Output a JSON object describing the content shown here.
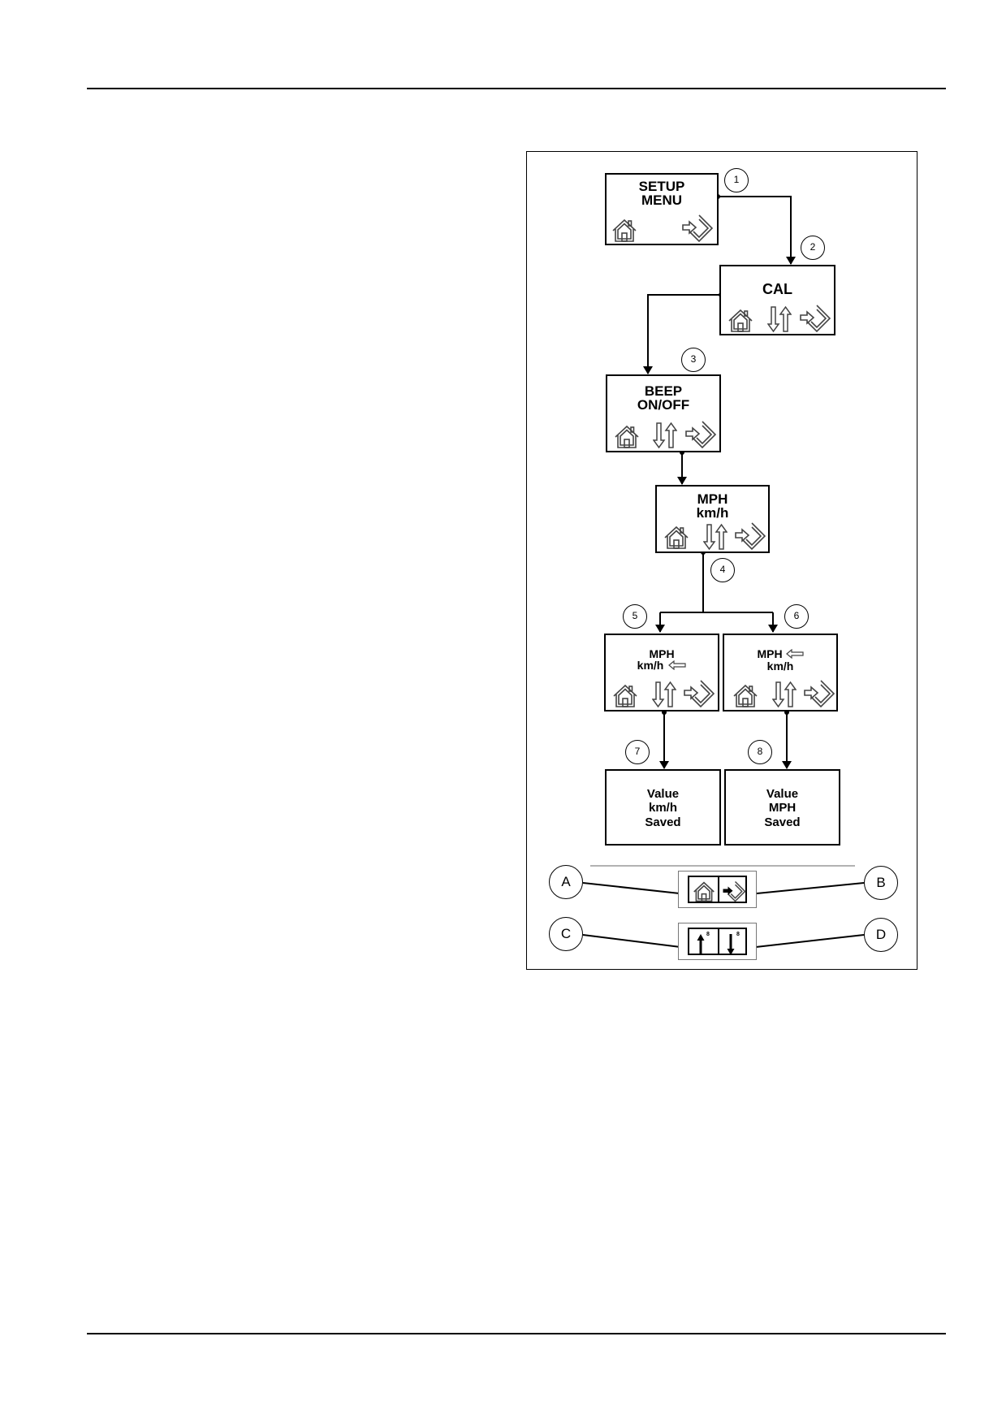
{
  "screens": {
    "setup": {
      "line1": "SETUP",
      "line2": "MENU"
    },
    "cal": {
      "label": "CAL"
    },
    "beep": {
      "line1": "BEEP",
      "line2": "ON/OFF"
    },
    "units": {
      "line1": "MPH",
      "line2": "km/h"
    },
    "kmh_select": {
      "line1": "MPH",
      "line2": "km/h"
    },
    "mph_select": {
      "line1": "MPH",
      "line2": "km/h"
    },
    "saved_kmh": {
      "line1": "Value",
      "line2": "km/h",
      "line3": "Saved"
    },
    "saved_mph": {
      "line1": "Value",
      "line2": "MPH",
      "line3": "Saved"
    }
  },
  "step_numbers": [
    "1",
    "2",
    "3",
    "4",
    "5",
    "6",
    "7",
    "8"
  ],
  "callouts": [
    "A",
    "B",
    "C",
    "D"
  ],
  "key_marks": {
    "up": "8",
    "down": "8"
  },
  "icons": [
    "home-icon",
    "enter-icon",
    "up-down-arrows-icon",
    "selector-arrow-icon",
    "up-arrow-icon",
    "down-arrow-icon"
  ],
  "colors": {
    "line": "#000000",
    "icon_outline": "#444444",
    "background": "#ffffff"
  }
}
